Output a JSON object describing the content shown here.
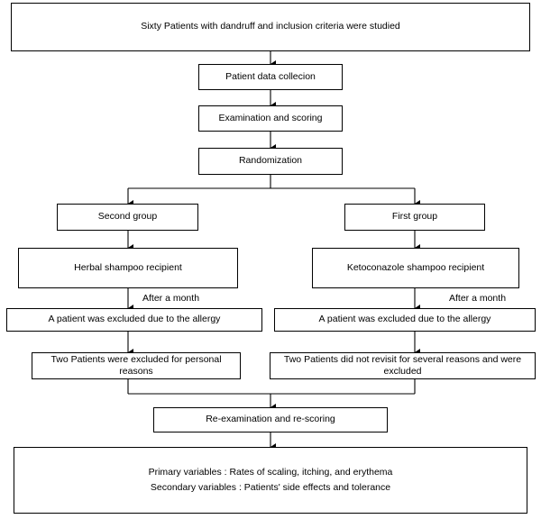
{
  "nodes": {
    "top": "Sixty Patients with dandruff and inclusion criteria were studied",
    "data_collection": "Patient data collecion",
    "exam_scoring": "Examination and scoring",
    "randomization": "Randomization",
    "second_group": "Second group",
    "first_group": "First group",
    "herbal": "Herbal shampoo recipient",
    "keto": "Ketoconazole shampoo recipient",
    "left_excluded_allergy": "A patient was excluded due to the allergy",
    "right_excluded_allergy": "A patient was excluded due to the allergy",
    "left_personal": "Two Patients were excluded for personal reasons",
    "right_revisit": "Two Patients did not revisit for several reasons and were excluded",
    "reexam": "Re-examination and re-scoring",
    "outcome_primary": "Primary variables : Rates of scaling, itching, and erythema",
    "outcome_secondary": "Secondary variables : Patients' side effects and tolerance"
  },
  "labels": {
    "left_after_month": "After a month",
    "right_after_month": "After a month"
  }
}
